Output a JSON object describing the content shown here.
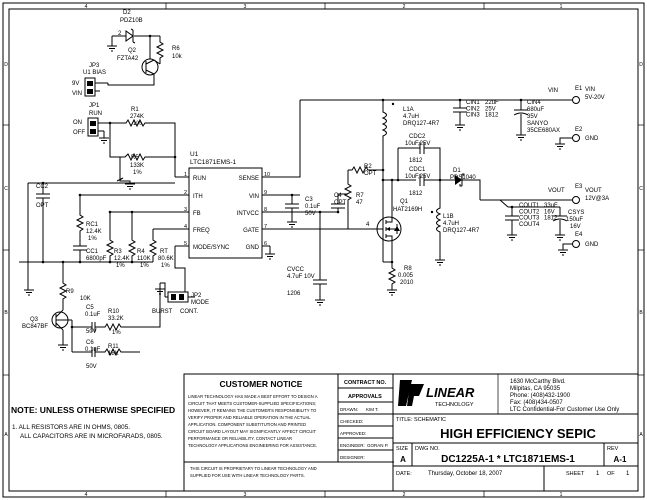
{
  "border": {
    "cols": [
      "4",
      "3",
      "2",
      "1"
    ],
    "rows": [
      "D",
      "C",
      "B",
      "A"
    ]
  },
  "components": {
    "d2": {
      "ref": "D2",
      "part": "PDZ10B",
      "pin": "2"
    },
    "r6": {
      "ref": "R6",
      "value": "10k"
    },
    "q2": {
      "ref": "Q2",
      "part": "FZTA42"
    },
    "jp3": {
      "ref": "JP3",
      "name": "U1 BIAS",
      "pos1": "9V",
      "pos2": "VIN"
    },
    "jp1": {
      "ref": "JP1",
      "name": "RUN",
      "pos1": "ON",
      "pos2": "OFF"
    },
    "r1": {
      "ref": "R1",
      "value": "274K",
      "tol": "1%"
    },
    "r5": {
      "ref": "R5",
      "value": "133K",
      "tol": "1%"
    },
    "u1": {
      "ref": "U1",
      "part": "LTC1871EMS-1",
      "pins_left": [
        {
          "num": "1",
          "name": "RUN"
        },
        {
          "num": "2",
          "name": "ITH"
        },
        {
          "num": "3",
          "name": "FB"
        },
        {
          "num": "4",
          "name": "FREQ"
        },
        {
          "num": "5",
          "name": "MODE/SYNC"
        }
      ],
      "pins_right": [
        {
          "num": "10",
          "name": "SENSE"
        },
        {
          "num": "9",
          "name": "VIN"
        },
        {
          "num": "8",
          "name": "INTVCC"
        },
        {
          "num": "7",
          "name": "GATE"
        },
        {
          "num": "6",
          "name": "GND"
        }
      ]
    },
    "cc2": {
      "ref": "CC2",
      "value": "OPT"
    },
    "rc1": {
      "ref": "RC1",
      "value": "12.4K",
      "tol": "1%"
    },
    "cc1": {
      "ref": "CC1",
      "value": "6800pF"
    },
    "r3": {
      "ref": "R3",
      "value": "12.4K",
      "tol": "1%"
    },
    "r4": {
      "ref": "R4",
      "value": "110K",
      "tol": "1%"
    },
    "rt": {
      "ref": "RT",
      "value": "80.6K",
      "tol": "1%"
    },
    "c3": {
      "ref": "C3",
      "value": "0.1uF",
      "volt": "50V"
    },
    "c4": {
      "ref": "C4",
      "value": "OPT"
    },
    "r7": {
      "ref": "R7",
      "value": "47"
    },
    "r2": {
      "ref": "R2",
      "value": "OPT"
    },
    "cvcc": {
      "ref": "CVCC",
      "value": "4.7uF 10V",
      "size": "1206"
    },
    "r9": {
      "ref": "R9",
      "value": "10K"
    },
    "q3": {
      "ref": "Q3",
      "part": "BC847BF"
    },
    "c5": {
      "ref": "C5",
      "value": "0.1uF",
      "volt": "50V"
    },
    "r10": {
      "ref": "R10",
      "value": "33.2K",
      "tol": "1%"
    },
    "c6": {
      "ref": "C6",
      "value": "0.1uF",
      "volt": "50V"
    },
    "r11": {
      "ref": "R11",
      "value": "18K"
    },
    "jp2": {
      "ref": "JP2",
      "name": "MODE",
      "pos1": "BURST",
      "pos2": "CONT."
    },
    "l1a": {
      "ref": "L1A",
      "value": "4.7uH",
      "part": "DRQ127-4R7"
    },
    "cdc2": {
      "ref": "CDC2",
      "value": "10uF,25V",
      "size": "1812"
    },
    "cdc1": {
      "ref": "CDC1",
      "value": "10uF,25V",
      "size": "1812"
    },
    "d1": {
      "ref": "D1",
      "part": "PDS1040"
    },
    "q1": {
      "ref": "Q1",
      "part": "HAT2169H",
      "pin": "4"
    },
    "l1b": {
      "ref": "L1B",
      "value": "4.7uH",
      "part": "DRQ127-4R7"
    },
    "r8": {
      "ref": "R8",
      "value": "0.005",
      "size": "2010"
    },
    "cin": {
      "refs": "CIN1\nCIN2\nCIN3",
      "value": "22uF\n25V\n1812"
    },
    "cin4": {
      "ref": "CIN4",
      "value": "680uF",
      "volt": "35V",
      "brand": "SANYO",
      "part": "35CE680AX"
    },
    "cout": {
      "refs": "COUT1\nCOUT2\nCOUT3\nCOUT4",
      "value": "33uF\n16V\n1812"
    },
    "csys": {
      "ref": "CSYS",
      "value": "150uF",
      "volt": "16V"
    }
  },
  "nets": {
    "vin": "VIN",
    "vout": "VOUT"
  },
  "terminals": [
    {
      "ref": "E1",
      "label": "VIN",
      "sub": "5V-20V"
    },
    {
      "ref": "E2",
      "label": "GND",
      "sub": ""
    },
    {
      "ref": "E3",
      "label": "VOUT",
      "sub": "12V@3A"
    },
    {
      "ref": "E4",
      "label": "GND",
      "sub": ""
    }
  ],
  "notes": {
    "title": "NOTE: UNLESS OTHERWISE SPECIFIED",
    "line1": "1.  ALL RESISTORS ARE IN OHMS, 0805.",
    "line2": "ALL CAPACITORS ARE IN MICROFARADS, 0805."
  },
  "customer_notice": {
    "title": "CUSTOMER NOTICE",
    "lines": [
      "LINEAR TECHNOLOGY HAS MADE A BEST EFFORT TO DESIGN A",
      "CIRCUIT THAT MEETS CUSTOMER-SUPPLIED SPECIFICATIONS;",
      "HOWEVER, IT REMAINS THE CUSTOMER'S RESPONSIBILITY TO",
      "VERIFY PROPER AND RELIABLE OPERATION IN THE ACTUAL",
      "APPLICATION. COMPONENT SUBSTITUTION AND PRINTED",
      "CIRCUIT BOARD LAYOUT MAY SIGNIFICANTLY AFFECT CIRCUIT",
      "PERFORMANCE OR RELIABILITY. CONTACT LINEAR",
      "TECHNOLOGY APPLICATIONS ENGINEERING FOR ASSISTANCE."
    ],
    "footer1": "THIS CIRCUIT IS PROPRIETARY TO LINEAR TECHNOLOGY AND",
    "footer2": "SUPPLIED FOR USE WITH LINEAR TECHNOLOGY PARTS."
  },
  "title_block": {
    "contract_no": "CONTRACT NO.",
    "approvals": "APPROVALS",
    "drawn_label": "DRAWN:",
    "drawn_value": "KIM T.",
    "checked_label": "CHECKED:",
    "approved_label": "APPROVED:",
    "engineer_label": "ENGINEER:",
    "engineer_value": "GORAN P.",
    "designer_label": "DESIGNER:",
    "logo": "LINEAR",
    "logo_sub": "TECHNOLOGY",
    "address": [
      "1630 McCarthy Blvd.",
      "Milpitas, CA 95035",
      "Phone: (408)432-1900",
      "Fax: (408)434-0507",
      "LTC Confidential-For Customer Use Only"
    ],
    "title_label": "TITLE:  SCHEMATIC",
    "title": "HIGH EFFICIENCY SEPIC",
    "size_label": "SIZE",
    "size": "A",
    "dwg_label": "DWG NO.",
    "dwg": "DC1225A-1 * LTC1871EMS-1",
    "rev_label": "REV",
    "rev": "A-1",
    "date_label": "DATE:",
    "date": "Thursday, October 18, 2007",
    "sheet_label": "SHEET",
    "sheet": "1",
    "of_label": "OF",
    "sheets": "1"
  }
}
